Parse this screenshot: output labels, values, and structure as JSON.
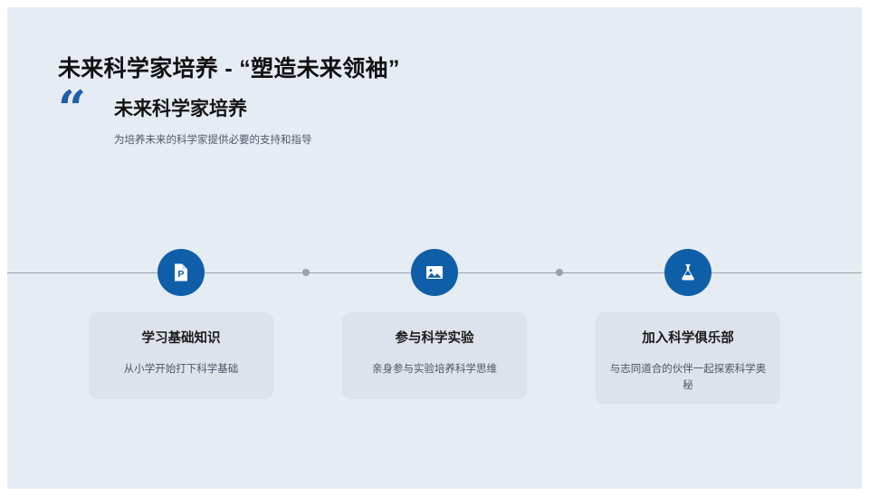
{
  "slide": {
    "background_color": "#e6ecf4",
    "main_title": "未来科学家培养 - “塑造未来领袖”",
    "quote_mark": "“",
    "quote_heading": "未来科学家培养",
    "quote_subtitle": "为培养未来的科学家提供必要的支持和指导",
    "accent_color": "#0f5fa8",
    "line_color": "#9ca3ac",
    "card_color": "#dde3ec"
  },
  "timeline": {
    "nodes": [
      {
        "icon": "presentation-file-icon",
        "title": "学习基础知识",
        "desc": "从小学开始打下科学基础"
      },
      {
        "icon": "image-photo-icon",
        "title": "参与科学实验",
        "desc": "亲身参与实验培养科学思维"
      },
      {
        "icon": "flask-icon",
        "title": "加入科学俱乐部",
        "desc": "与志同道合的伙伴一起探索科学奥秘"
      }
    ]
  }
}
